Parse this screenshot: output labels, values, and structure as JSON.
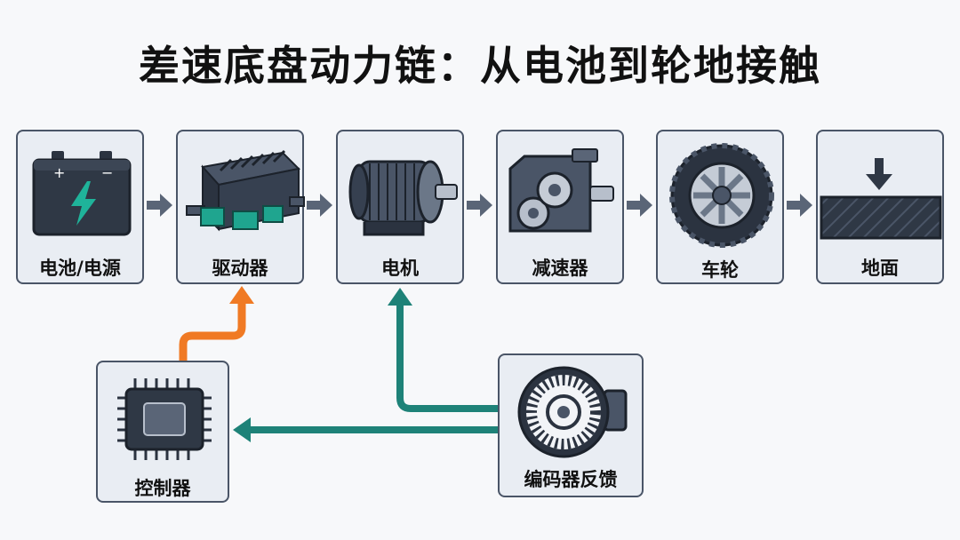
{
  "title": "差速底盘动力链：从电池到轮地接触",
  "nodes": {
    "battery": "电池/电源",
    "driver": "驱动器",
    "motor": "电机",
    "reducer": "减速器",
    "wheel": "车轮",
    "ground": "地面",
    "controller": "控制器",
    "encoder": "编码器反馈"
  },
  "colors": {
    "arrow_chain": "#5a6577",
    "control_signal": "#f07a24",
    "feedback": "#1e8278",
    "box_fill": "#e9edf3",
    "box_border": "#4a5567"
  }
}
